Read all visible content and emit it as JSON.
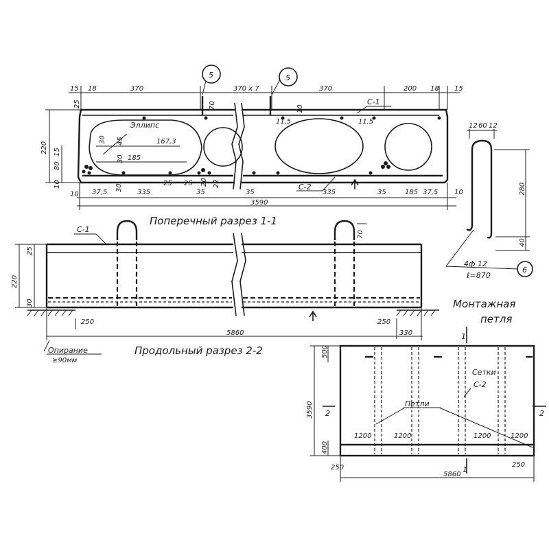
{
  "section_1": {
    "title": "Поперечный разрез 1-1",
    "top_dims": [
      "15",
      "18",
      "370",
      "370 x 7",
      "370",
      "200",
      "18",
      "15"
    ],
    "total_width": "3590",
    "height": "220",
    "left_side_dims": [
      "25",
      "15",
      "80",
      "10"
    ],
    "inner_dims": [
      "70",
      "11,5",
      "11,5",
      "10",
      "30",
      "45",
      "30",
      "167,3",
      "185",
      "25",
      "20",
      "22"
    ],
    "bottom_dims": [
      "10",
      "37,5",
      "30",
      "335",
      "25",
      "35",
      "35",
      "335",
      "35",
      "185",
      "37,5",
      "10"
    ],
    "labels": {
      "ellipse": "Эллипс",
      "c1": "С-1",
      "c2": "С-2"
    },
    "callouts": [
      "5",
      "5"
    ]
  },
  "section_2": {
    "title": "Продольный разрез 2-2",
    "length": "5860",
    "height": "220",
    "left_dims": [
      "25",
      "30"
    ],
    "loop_dim": "70",
    "support_dims": [
      "250",
      "250",
      "330"
    ],
    "label_c1": "С-1",
    "support_note": [
      "Опирание",
      "≥90мм"
    ]
  },
  "loop_detail": {
    "title": [
      "Монтажная",
      "петля"
    ],
    "dims": [
      "12",
      "60",
      "12",
      "280",
      "40"
    ],
    "spec": [
      "4ф 12",
      "ℓ=870"
    ],
    "callout": "6"
  },
  "plan": {
    "width_dim": "3590",
    "length_dim": "5860",
    "edge_dims": [
      "500",
      "400",
      "250",
      "250"
    ],
    "loop_spacing": [
      "1200",
      "1200",
      "1200",
      "1200"
    ],
    "labels": {
      "mesh": "Сетки",
      "mesh_c2": "С-2",
      "loops": "Петли"
    },
    "section_marks": [
      "1",
      "1",
      "2",
      "2"
    ]
  }
}
